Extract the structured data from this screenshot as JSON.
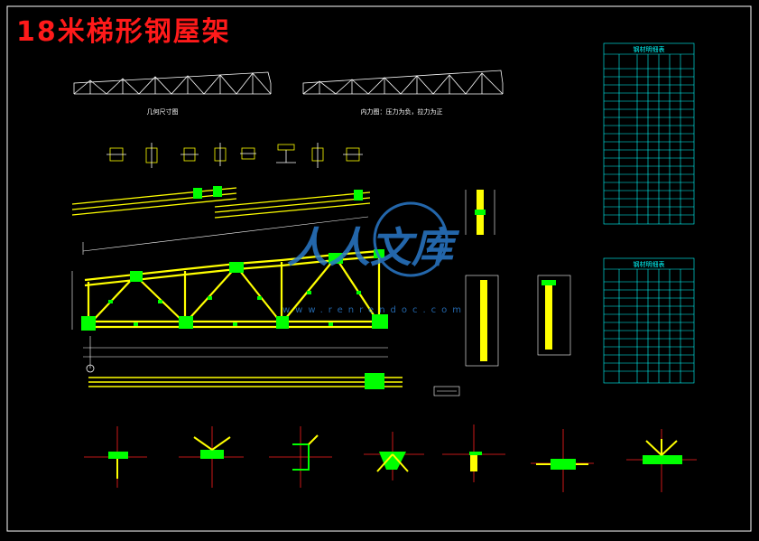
{
  "drawing": {
    "title": "18米梯形钢屋架",
    "title_color": "#ff1a1a"
  },
  "schematics": {
    "left_caption": "几何尺寸图",
    "right_caption": "内力图：压力为负，拉力为正"
  },
  "tables": {
    "upper_title": "钢材明细表",
    "lower_title": "钢材明细表"
  },
  "watermark": {
    "main_text": "人人文库",
    "url_text": "www.renrendoc.com",
    "color": "#2a78c8"
  },
  "colors": {
    "background": "#000000",
    "frame": "#ffffff",
    "member": "#ffff00",
    "plate": "#00ff00",
    "dimension": "#00ffff",
    "node_axis": "#ff2020"
  }
}
